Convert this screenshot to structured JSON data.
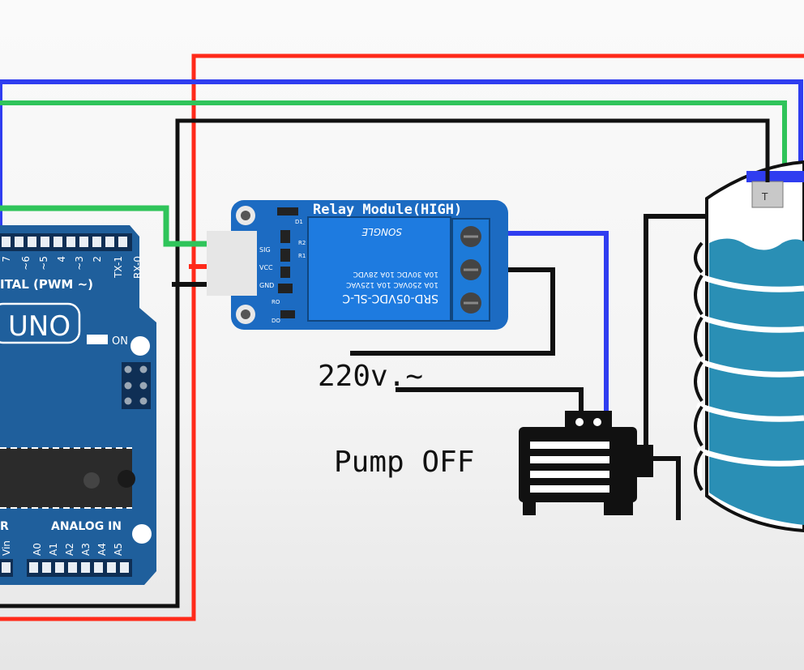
{
  "arduino": {
    "model": "UNO",
    "header_top_pins": [
      "7",
      "~6",
      "~5",
      "4",
      "~3",
      "2",
      "TX-1",
      "RX-0"
    ],
    "digital_label": "ITAL (PWM ~)",
    "on_label": "ON",
    "analog_label": "ANALOG IN",
    "power_label_fragment": "R",
    "analog_pins": [
      "Vin",
      "A0",
      "A1",
      "A2",
      "A3",
      "A4",
      "A5"
    ],
    "color": "#1f5f9c"
  },
  "relay": {
    "title": "Relay Module(HIGH)",
    "pins": [
      "SIG",
      "VCC",
      "GND"
    ],
    "indicators": [
      "D1",
      "R1",
      "R2",
      "RO",
      "DO"
    ],
    "model_text": "SRD-05VDC-SL-C",
    "rating_lines": [
      "10A 250VAC  10A 125VAC",
      "10A 30VDC  10A 28VDC"
    ],
    "brand": "SONGLE",
    "color": "#1c6bc2"
  },
  "labels": {
    "mains": "220v.~",
    "pump_status": "Pump OFF",
    "tank_sensor": "T"
  },
  "wire_colors": {
    "power": "#ff2a1a",
    "signal_blue": "#2f3df0",
    "signal_green": "#2fc45a",
    "ground": "#111111"
  },
  "tank_water_color": "#2a8fb5"
}
